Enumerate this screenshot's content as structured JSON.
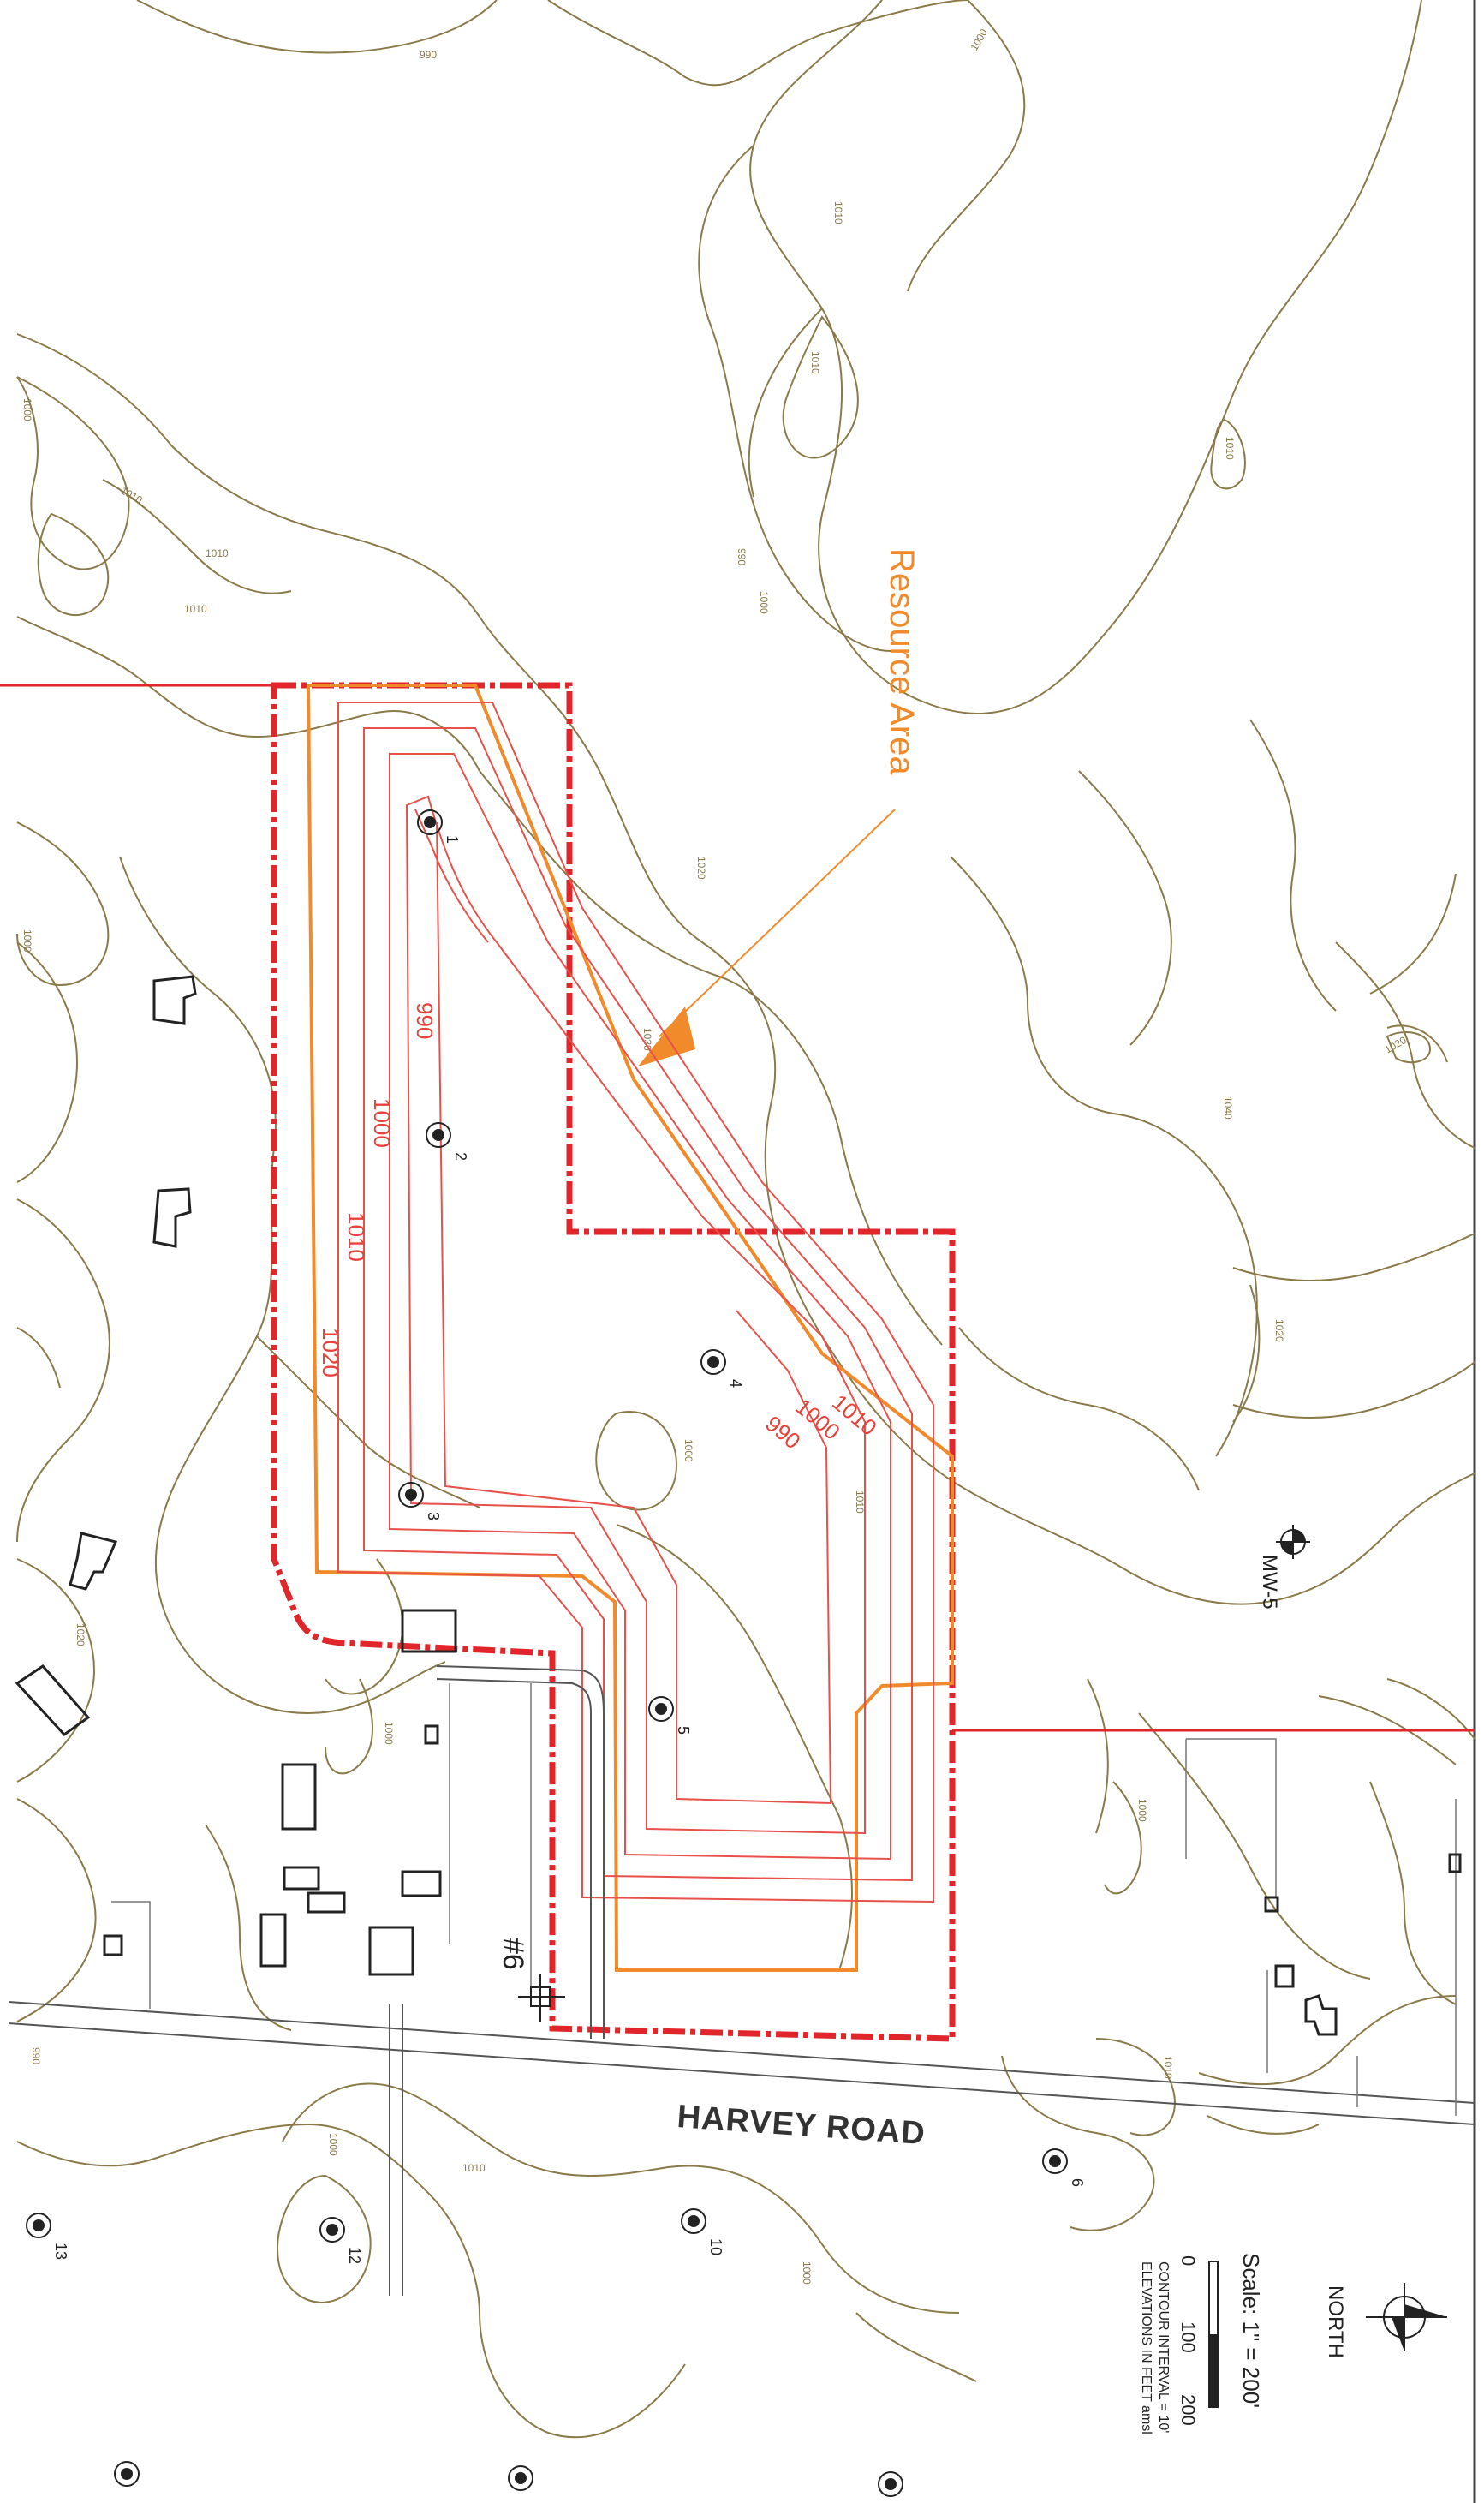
{
  "map": {
    "road_name": "HARVEY ROAD",
    "resource_area_label": "Resource Area",
    "north_label": "NORTH",
    "scale_label": "Scale: 1\" = 200'",
    "scale_ticks": [
      "0",
      "100",
      "200"
    ],
    "contour_interval": "CONTOUR INTERVAL = 10'",
    "elevations": "ELEVATIONS IN FEET amsl",
    "monitoring_well": "MW-5",
    "test_pit_marker": "#6",
    "pit_contour_labels": [
      "990",
      "1000",
      "1010",
      "1020",
      "990",
      "1000",
      "1010"
    ],
    "terrain_contour_labels": [
      "990",
      "1000",
      "1010",
      "1010",
      "1010",
      "1000",
      "1010",
      "990",
      "1000",
      "1010",
      "1010",
      "1000",
      "1020",
      "1030",
      "1040",
      "1020",
      "1020",
      "1000",
      "1010",
      "1020",
      "1000",
      "1000",
      "1010",
      "990",
      "1000",
      "1010",
      "1000"
    ],
    "well_labels": [
      "1",
      "2",
      "3",
      "4",
      "5",
      "6",
      "10",
      "12",
      "13"
    ],
    "colors": {
      "contour": "#8a7a4a",
      "property_line": "#e0262a",
      "resource_area": "#f08a2a",
      "pit_contours": "#e8504a",
      "structures": "#222222"
    }
  }
}
